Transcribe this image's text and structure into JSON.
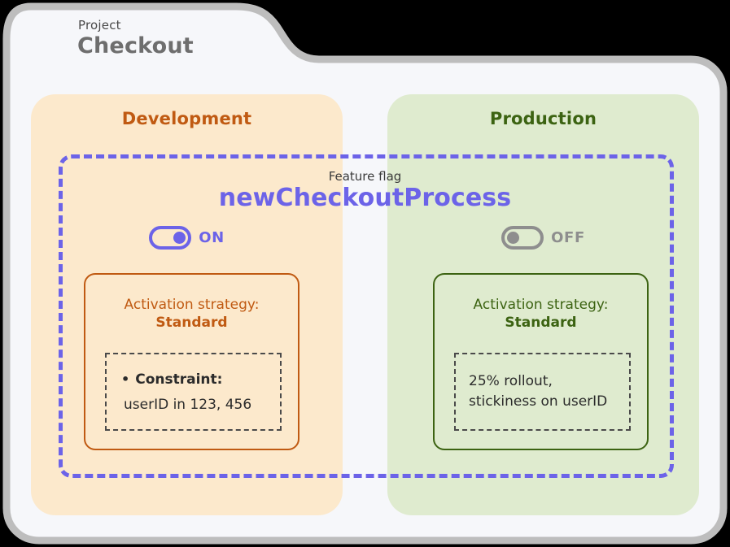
{
  "project": {
    "label": "Project",
    "name": "Checkout"
  },
  "feature_flag": {
    "label": "Feature flag",
    "name": "newCheckoutProcess"
  },
  "environments": [
    {
      "id": "development",
      "title": "Development",
      "accent": "#c05a12",
      "panel_bg": "#fce9cc",
      "toggle": {
        "state": "ON",
        "enabled": true
      },
      "strategy": {
        "label": "Activation strategy:",
        "value": "Standard",
        "detail": {
          "bullet": "•",
          "title": "Constraint:",
          "value": "userID in 123, 456"
        }
      }
    },
    {
      "id": "production",
      "title": "Production",
      "accent": "#3c6312",
      "panel_bg": "#dfebcf",
      "toggle": {
        "state": "OFF",
        "enabled": false
      },
      "strategy": {
        "label": "Activation strategy:",
        "value": "Standard",
        "detail": {
          "line1": "25% rollout,",
          "line2": "stickiness on userID"
        }
      }
    }
  ],
  "colors": {
    "flag_purple": "#6c63e8",
    "card_fill": "#f6f7fa",
    "card_border": "#bdbdbd",
    "toggle_off": "#8e8e8e",
    "background": "#000000"
  }
}
